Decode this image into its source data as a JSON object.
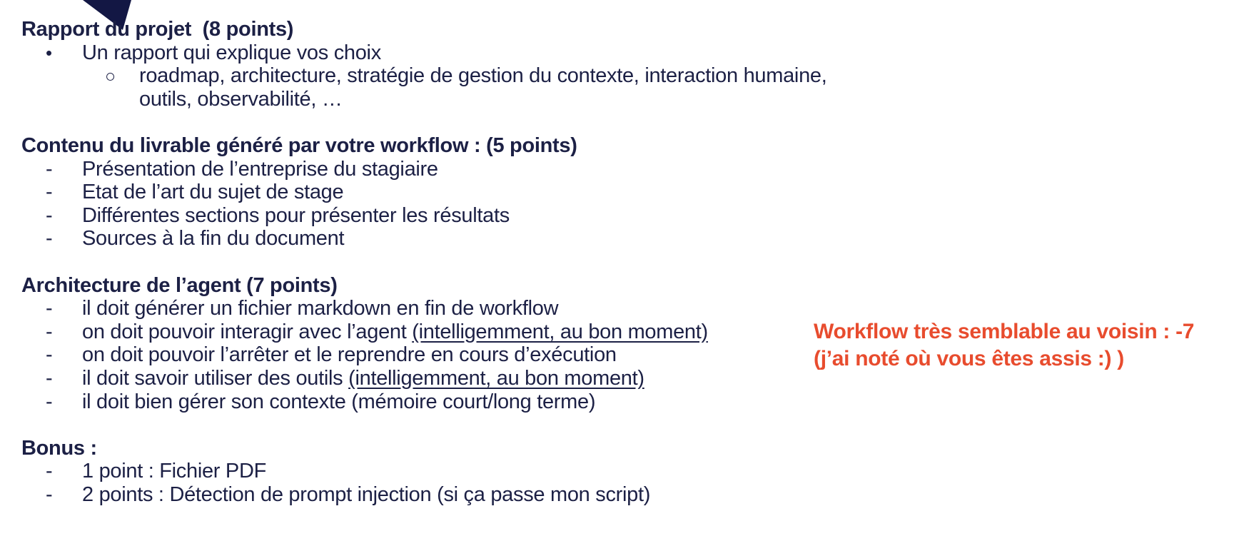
{
  "page": {
    "background": "#ffffff",
    "text_color": "#1c2045",
    "accent_color": "#e84c2e",
    "shape_color": "#131744"
  },
  "markers": {
    "bullet": "•",
    "circle": "○",
    "dash": "-"
  },
  "sections": [
    {
      "heading": "Rapport du projet  (8 points)",
      "items": [
        {
          "marker": "bullet",
          "text": "Un rapport qui explique vos choix"
        },
        {
          "marker": "circle",
          "text": "roadmap, architecture, stratégie de gestion du contexte, interaction humaine, outils, observabilité, …"
        }
      ]
    },
    {
      "heading": "Contenu du livrable généré par votre workflow : (5 points)",
      "items": [
        {
          "marker": "dash",
          "text": "Présentation de l’entreprise du stagiaire"
        },
        {
          "marker": "dash",
          "text": "Etat de l’art du sujet de stage"
        },
        {
          "marker": "dash",
          "text": "Différentes sections pour présenter les résultats"
        },
        {
          "marker": "dash",
          "text": "Sources à la fin du document"
        }
      ]
    },
    {
      "heading": "Architecture de l’agent (7 points)",
      "items": [
        {
          "marker": "dash",
          "text": "il doit générer un fichier markdown en fin de workflow"
        },
        {
          "marker": "dash",
          "text": "on doit pouvoir interagir avec l’agent ",
          "underline": "(intelligemment, au bon moment)"
        },
        {
          "marker": "dash",
          "text": "on doit pouvoir l’arrêter et le reprendre en cours d’exécution"
        },
        {
          "marker": "dash",
          "text": "il doit savoir utiliser des outils ",
          "underline": "(intelligemment, au bon moment)"
        },
        {
          "marker": "dash",
          "text": "il doit bien gérer son contexte (mémoire court/long terme)"
        }
      ]
    },
    {
      "heading": "Bonus :",
      "items": [
        {
          "marker": "dash",
          "text": "1 point : Fichier PDF"
        },
        {
          "marker": "dash",
          "text": "2 points : Détection de prompt injection (si ça passe mon script)"
        }
      ]
    }
  ],
  "annotation": {
    "line1": "Workflow très semblable au voisin : -7",
    "line2": "(j’ai noté où vous êtes assis :) )"
  }
}
